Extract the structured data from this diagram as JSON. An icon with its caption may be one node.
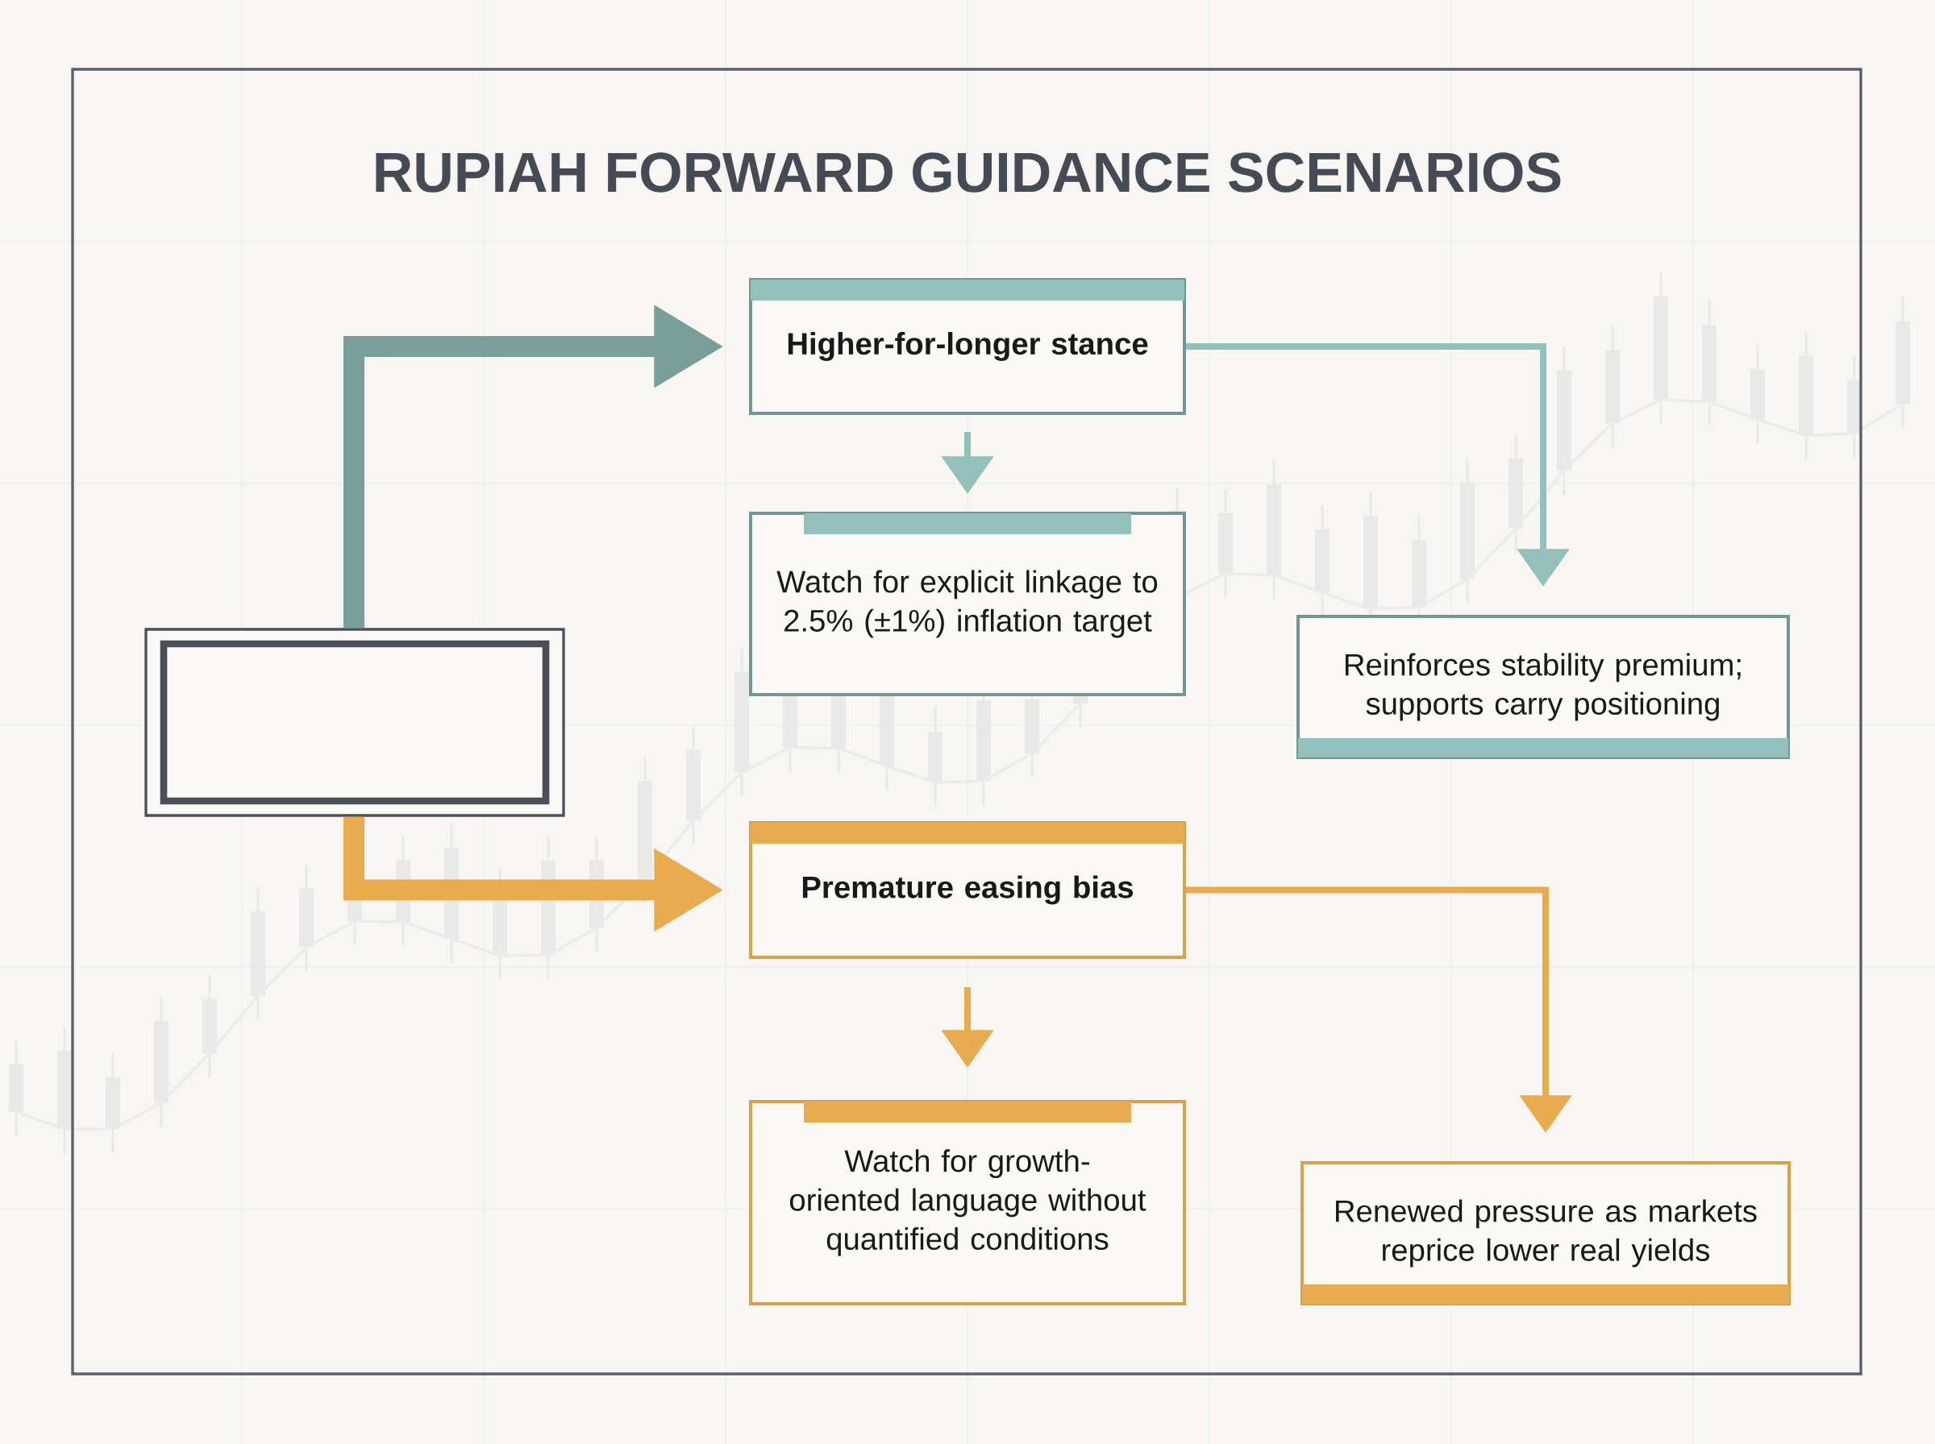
{
  "diagram": {
    "title": "RUPIAH FORWARD GUIDANCE SCENARIOS",
    "nodes": [
      {
        "text": [],
        "shape": "box"
      },
      {
        "text": [
          "Higher-for-longer stance"
        ]
      },
      {
        "text": [
          "Watch for explicit linkage to 2.5% (±1%) inflation target"
        ]
      },
      {
        "text": [
          "Reinforces stability premium; supports carry positioning"
        ]
      },
      {
        "text": [
          "Premature easing bias"
        ]
      },
      {
        "text": [
          "Watch for growth-oriented language without quantified conditions"
        ]
      },
      {
        "text": [
          "Renewed pressure as markets reprice lower real yields"
        ]
      }
    ],
    "edges": [
      {
        "from": 0,
        "to": 1,
        "arrow": "to",
        "style": "thick",
        "color": "#7a9e9a"
      },
      {
        "from": 1,
        "to": 2,
        "arrow": "to",
        "color": "#94c0bb"
      },
      {
        "from": 1,
        "to": 3,
        "arrow": "to",
        "color": "#94c0bb"
      },
      {
        "from": 0,
        "to": 4,
        "arrow": "to",
        "style": "thick",
        "color": "#e8ac4e"
      },
      {
        "from": 4,
        "to": 5,
        "arrow": "to",
        "color": "#e8ac4e"
      },
      {
        "from": 4,
        "to": 6,
        "arrow": "to",
        "color": "#e8ac4e"
      }
    ]
  }
}
